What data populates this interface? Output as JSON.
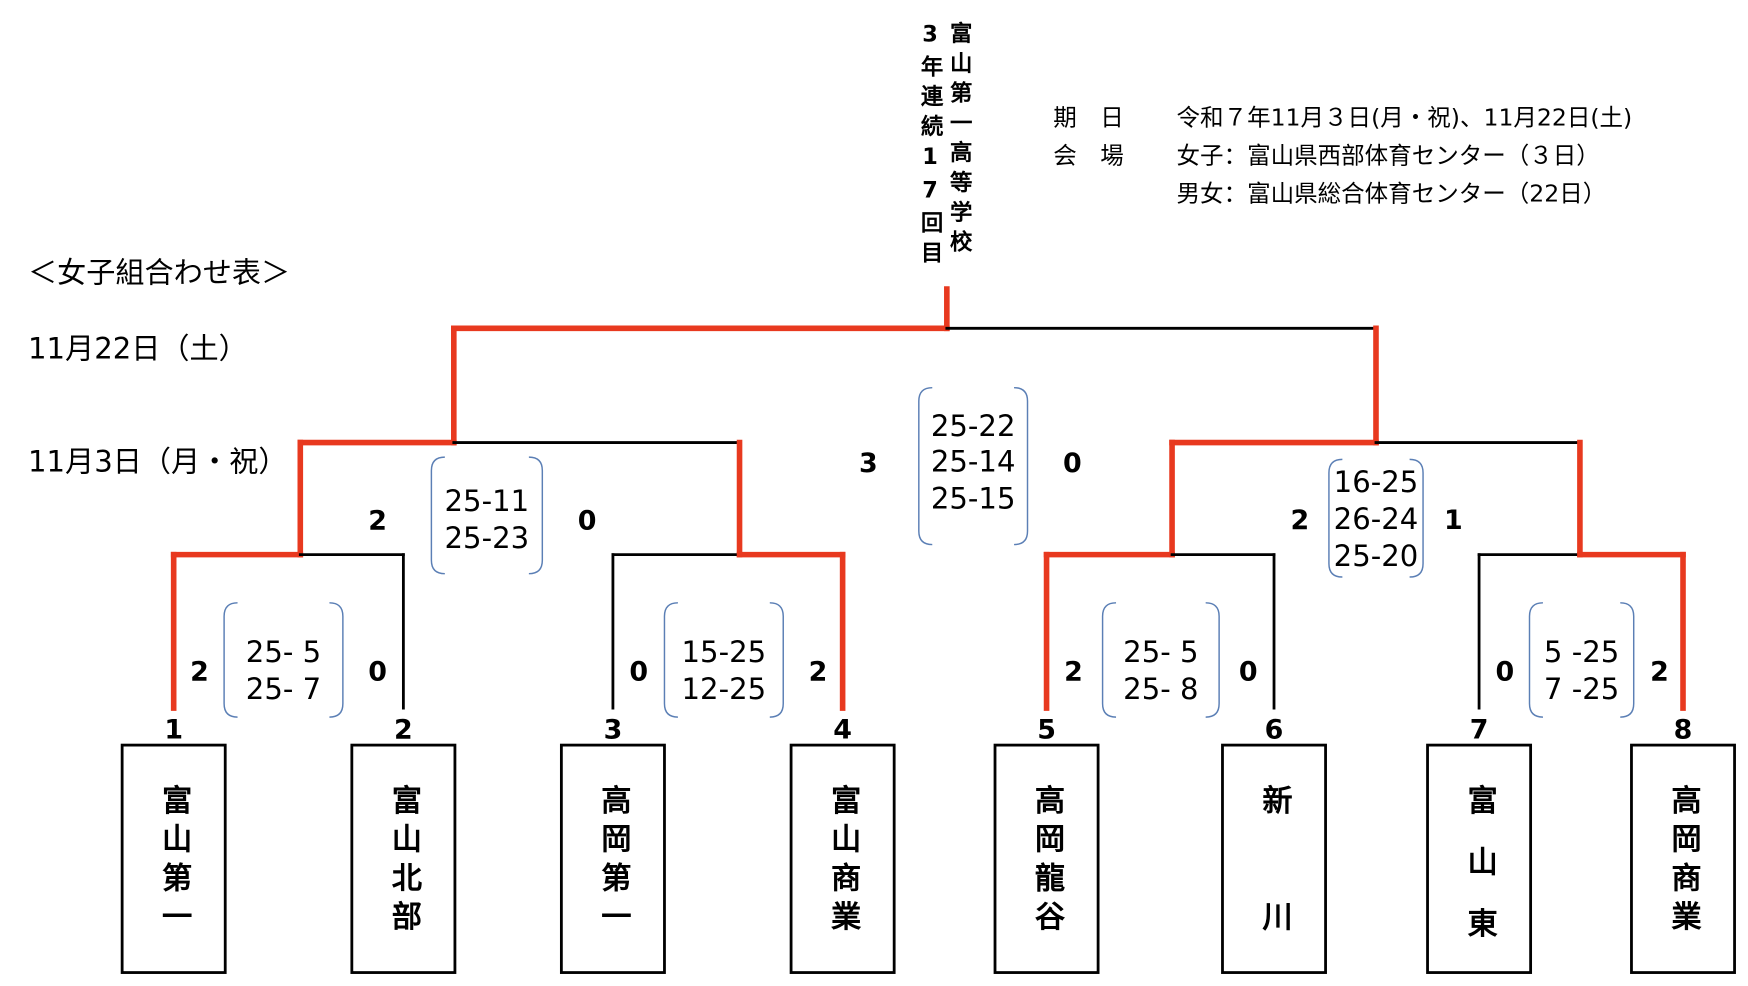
{
  "title": "＜女子組合わせ表＞",
  "round_dates": {
    "final": "11月22日（土）",
    "early": "11月3日（月・祝）"
  },
  "champion_note": {
    "streak": "3年連続17回目",
    "school": "富山第一高等学校"
  },
  "info": {
    "date_label": "期　日",
    "date_value": "令和７年11月３日(月・祝)、11月22日(土)",
    "venue_label": "会　場",
    "venue_women": "女子：富山県西部体育センター（３日）",
    "venue_both": "男女：富山県総合体育センター（22日）"
  },
  "teams": [
    {
      "no": "1",
      "name": "富山第一"
    },
    {
      "no": "2",
      "name": "富山北部"
    },
    {
      "no": "3",
      "name": "高岡第一"
    },
    {
      "no": "4",
      "name": "富山商業"
    },
    {
      "no": "5",
      "name": "高岡龍谷"
    },
    {
      "no": "6",
      "name": "新川"
    },
    {
      "no": "7",
      "name": "富山東"
    },
    {
      "no": "8",
      "name": "高岡商業"
    }
  ],
  "matches": [
    {
      "round": "quarterfinal",
      "left": "2",
      "right": "0",
      "sets": [
        "25- 5",
        "25- 7"
      ]
    },
    {
      "round": "quarterfinal",
      "left": "0",
      "right": "2",
      "sets": [
        "15-25",
        "12-25"
      ]
    },
    {
      "round": "quarterfinal",
      "left": "2",
      "right": "0",
      "sets": [
        "25- 5",
        "25- 8"
      ]
    },
    {
      "round": "quarterfinal",
      "left": "0",
      "right": "2",
      "sets": [
        "5 -25",
        "7 -25"
      ]
    },
    {
      "round": "semifinal",
      "left": "2",
      "right": "0",
      "sets": [
        "25-11",
        "25-23"
      ]
    },
    {
      "round": "semifinal",
      "left": "2",
      "right": "1",
      "sets": [
        "16-25",
        "26-24",
        "25-20"
      ]
    },
    {
      "round": "final",
      "left": "3",
      "right": "0",
      "sets": [
        "25-22",
        "25-14",
        "25-15"
      ]
    }
  ],
  "colors": {
    "winner_line": "#e8391f",
    "line": "#000000",
    "bracket": "#5b7fb5"
  }
}
